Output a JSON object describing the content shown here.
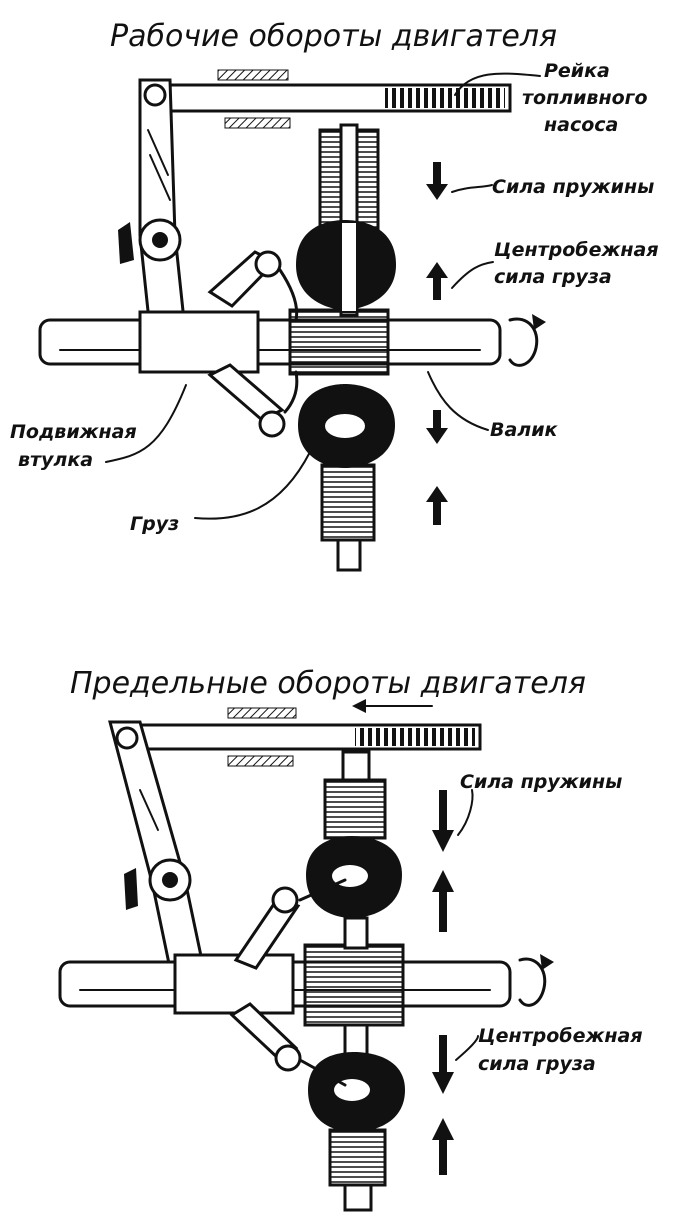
{
  "top_panel": {
    "title": "Рабочие обороты двигателя",
    "labels": {
      "rack_line1": "Рейка",
      "rack_line2": "топливного",
      "rack_line3": "насоса",
      "spring_force": "Сила пружины",
      "centrifugal_line1": "Центробежная",
      "centrifugal_line2": "сила груза",
      "sleeve_line1": "Подвижная",
      "sleeve_line2": "втулка",
      "shaft": "Валик",
      "weight": "Груз"
    }
  },
  "bottom_panel": {
    "title": "Предельные обороты двигателя",
    "labels": {
      "spring_force": "Сила пружины",
      "centrifugal_line1": "Центробежная",
      "centrifugal_line2": "сила груза"
    }
  }
}
